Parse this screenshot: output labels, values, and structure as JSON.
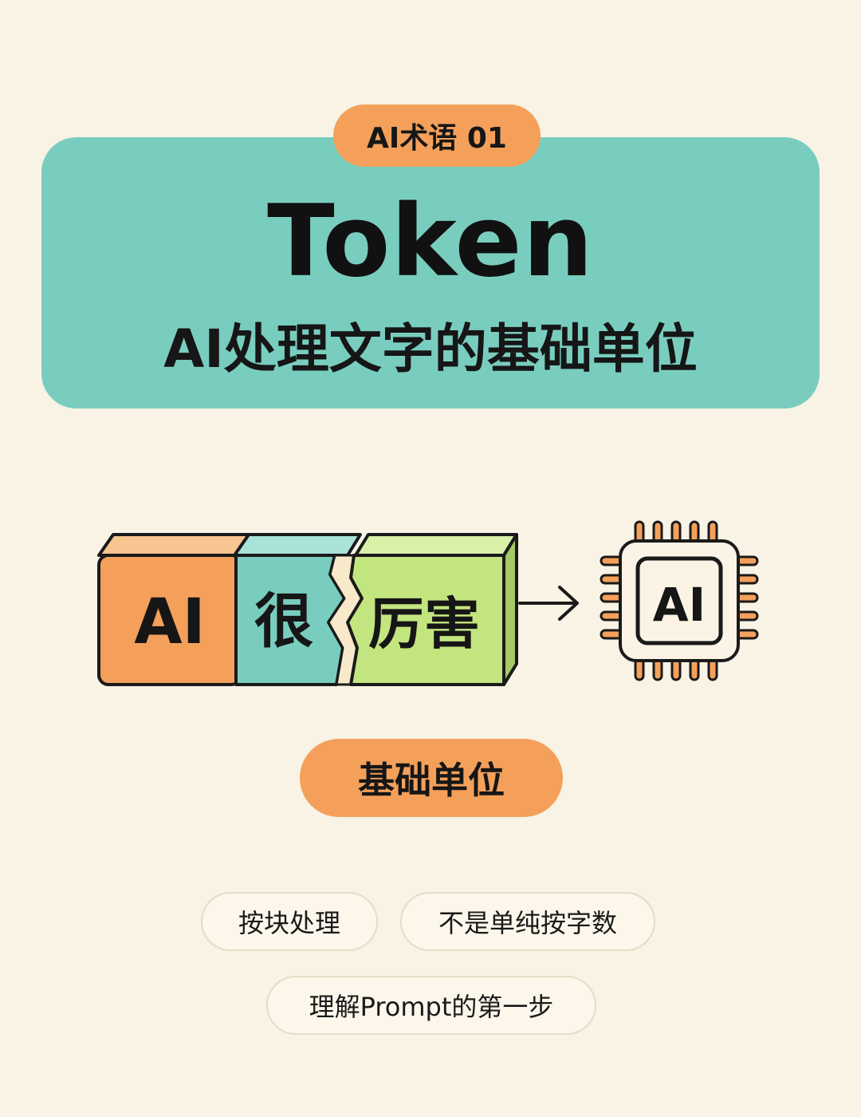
{
  "header": {
    "tag": "AI术语 01",
    "title": "Token",
    "subtitle": "AI处理文字的基础单位"
  },
  "illustration": {
    "blocks": [
      "AI",
      "很",
      "厉害"
    ],
    "chip_label": "AI"
  },
  "center_label": "基础单位",
  "points": [
    "按块处理",
    "不是单纯按字数",
    "理解Prompt的第一步"
  ],
  "colors": {
    "background": "#f8f3e4",
    "teal": "#79cdbf",
    "orange": "#f4a05b",
    "green": "#c3e57f",
    "dark": "#161616"
  }
}
